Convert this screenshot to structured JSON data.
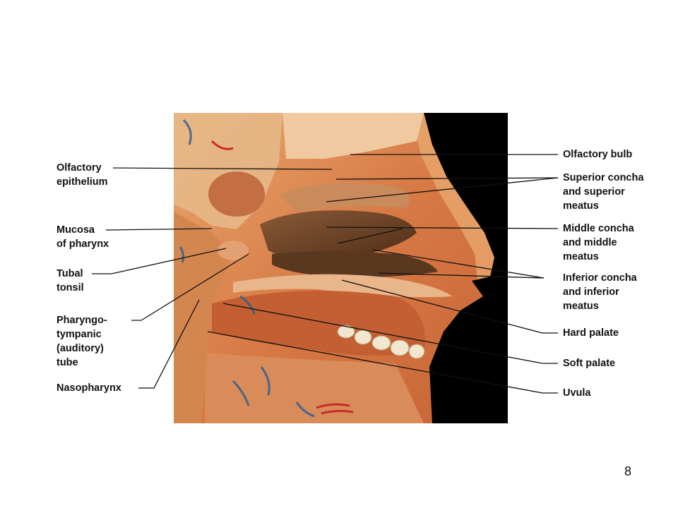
{
  "slide": {
    "page_number": "8"
  },
  "figure": {
    "colors": {
      "tissue": "#d77a45",
      "tissue_light": "#e9a86e",
      "tissue_dark": "#8a4324",
      "concha": "#6e4427",
      "background": "#000000",
      "bone": "#efc9a0",
      "vessel_blue": "#2f5f8f",
      "vessel_red": "#c62a2a",
      "leader_line": "#111111"
    }
  },
  "labels": {
    "left": [
      {
        "lines": [
          "Olfactory",
          "epithelium"
        ]
      },
      {
        "lines": [
          "Mucosa",
          "of pharynx"
        ]
      },
      {
        "lines": [
          "Tubal",
          "tonsil"
        ]
      },
      {
        "lines": [
          "Pharyngo-",
          "tympanic",
          "(auditory)",
          "tube"
        ]
      },
      {
        "lines": [
          "Nasopharynx"
        ]
      }
    ],
    "right": [
      {
        "lines": [
          "Olfactory bulb"
        ]
      },
      {
        "lines": [
          "Superior concha",
          "and superior",
          "meatus"
        ]
      },
      {
        "lines": [
          "Middle concha",
          "and middle",
          "meatus"
        ]
      },
      {
        "lines": [
          "Inferior concha",
          "and inferior",
          "meatus"
        ]
      },
      {
        "lines": [
          "Hard palate"
        ]
      },
      {
        "lines": [
          "Soft palate"
        ]
      },
      {
        "lines": [
          "Uvula"
        ]
      }
    ]
  }
}
